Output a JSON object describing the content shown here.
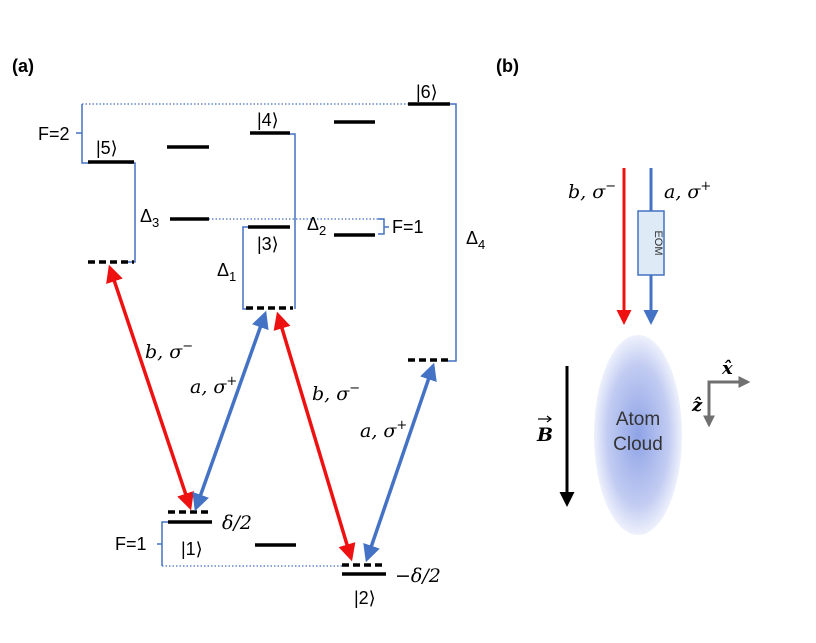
{
  "panel_a_label": "(a)",
  "panel_b_label": "(b)",
  "levels": {
    "l1": "|1⟩",
    "l2": "|2⟩",
    "l3": "|3⟩",
    "l4": "|4⟩",
    "l5": "|5⟩",
    "l6": "|6⟩"
  },
  "deltas": {
    "d1": "Δ",
    "d1_sub": "1",
    "d2": "Δ",
    "d2_sub": "2",
    "d3": "Δ",
    "d3_sub": "3",
    "d4": "Δ",
    "d4_sub": "4"
  },
  "hyperfine": {
    "f2": "F=2",
    "f1_upper": "F=1",
    "f1_lower": "F=1"
  },
  "detunings": {
    "plus": "δ/2",
    "minus": "−δ/2"
  },
  "beams": {
    "b_sigma_minus": "b, σ",
    "a_sigma_plus": "a, σ",
    "minus_sup": "−",
    "plus_sup": "+"
  },
  "panel_b": {
    "b_label": "b, σ",
    "a_label": "a, σ",
    "minus_sup": "−",
    "plus_sup": "+",
    "eom": "EOM",
    "cloud_line1": "Atom",
    "cloud_line2": "Cloud",
    "field": "B",
    "axis_x": "x̂",
    "axis_z": "ẑ"
  },
  "colors": {
    "red": "#ee1111",
    "blue": "#4472c4",
    "bracket": "#4472c4",
    "gray": "#707070"
  }
}
